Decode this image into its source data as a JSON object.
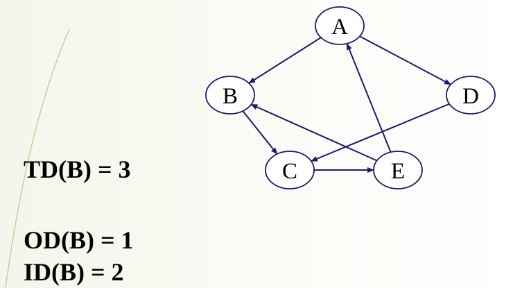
{
  "nodes": [
    {
      "id": "A",
      "label": "A"
    },
    {
      "id": "B",
      "label": "B"
    },
    {
      "id": "C",
      "label": "C"
    },
    {
      "id": "D",
      "label": "D"
    },
    {
      "id": "E",
      "label": "E"
    }
  ],
  "edges": [
    {
      "from": "A",
      "to": "B"
    },
    {
      "from": "A",
      "to": "D"
    },
    {
      "from": "B",
      "to": "C"
    },
    {
      "from": "C",
      "to": "E"
    },
    {
      "from": "E",
      "to": "A"
    },
    {
      "from": "E",
      "to": "B"
    },
    {
      "from": "D",
      "to": "C"
    }
  ],
  "stats": {
    "td": "TD(B) = 3",
    "od": "OD(B) = 1",
    "id": "ID(B) = 2"
  },
  "colors": {
    "edge": "#1a1a6e",
    "node_border": "#1a1a6e",
    "node_fill": "#ffffff",
    "decor_line": "#b9c88a"
  }
}
